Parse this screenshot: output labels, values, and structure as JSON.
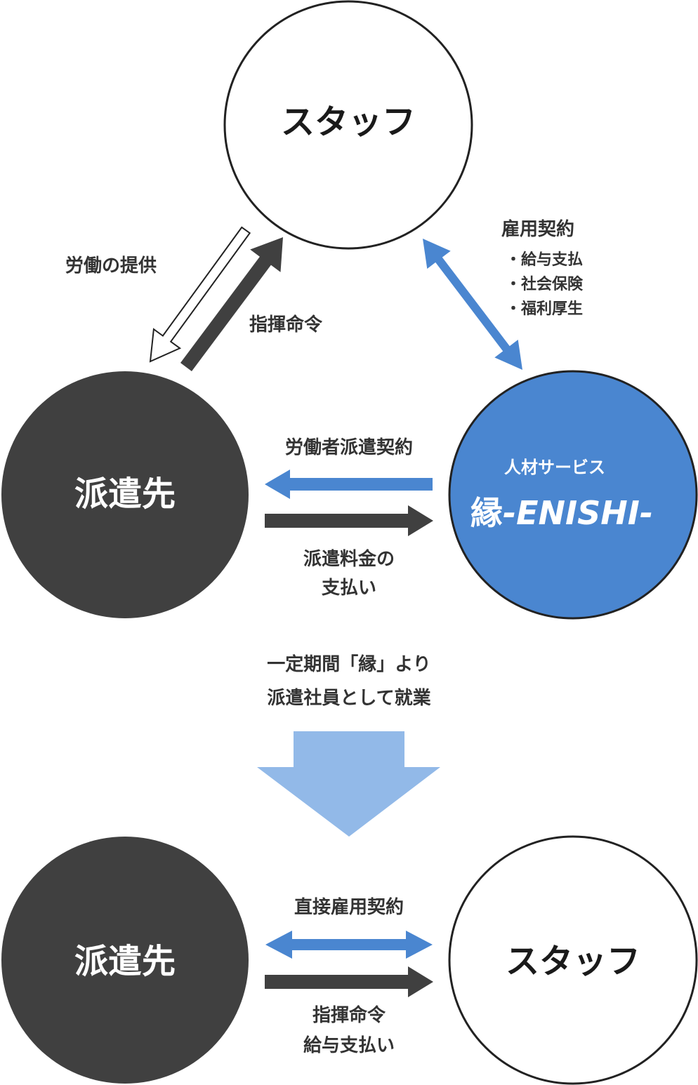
{
  "colors": {
    "dark": "#404040",
    "blue": "#4a86d0",
    "light_blue": "#92b9e8",
    "outline": "#222222",
    "white": "#ffffff"
  },
  "top": {
    "staff": "スタッフ",
    "client": "派遣先",
    "company_sub": "人材サービス",
    "company_kanji": "縁",
    "company_latin": "-ENISHI-",
    "labor_provision": "労働の提供",
    "instruction": "指揮命令",
    "employment_title": "雇用契約",
    "employment_items": [
      "・給与支払",
      "・社会保険",
      "・福利厚生"
    ],
    "dispatch_contract": "労働者派遣契約",
    "fee_line1": "派遣料金の",
    "fee_line2": "支払い"
  },
  "transition": {
    "line1": "一定期間「縁」より",
    "line2": "派遣社員として就業"
  },
  "bottom": {
    "client": "派遣先",
    "staff": "スタッフ",
    "direct_contract": "直接雇用契約",
    "line1": "指揮命令",
    "line2": "給与支払い"
  }
}
